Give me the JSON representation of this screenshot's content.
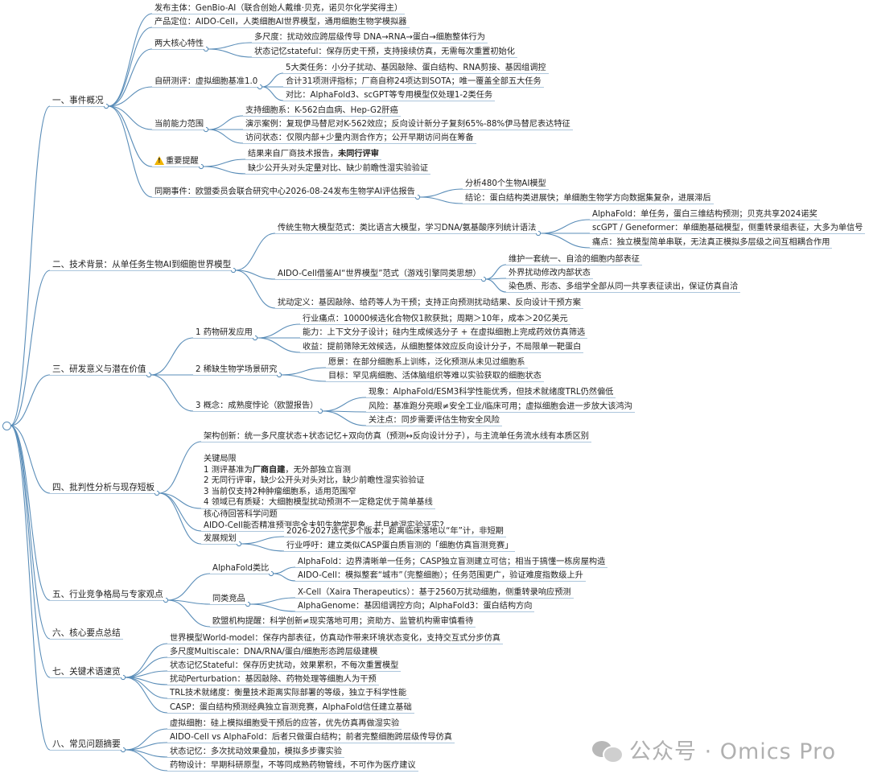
{
  "mindmap": {
    "colors": {
      "line": "#5a8db8",
      "warning": "#f0b400",
      "watermark": "#b0b0b0"
    },
    "sections": [
      {
        "label": "一、事件概况",
        "children": [
          {
            "label": "发布主体：GenBio-AI（联合创始人戴维·贝克，诺贝尔化学奖得主）"
          },
          {
            "label": "产品定位：AIDO-Cell，人类细胞AI世界模型，通用细胞生物学模拟器"
          },
          {
            "label": "两大核心特性",
            "children": [
              {
                "label": "多尺度：扰动效应跨层级传导 DNA→RNA→蛋白→细胞整体行为"
              },
              {
                "label": "状态记忆stateful：保存历史干预，支持接续仿真，无需每次重置初始化"
              }
            ]
          },
          {
            "label": "自研测评：虚拟细胞基准1.0",
            "children": [
              {
                "label": "5大类任务：小分子扰动、基因敲除、蛋白结构、RNA剪接、基因组调控"
              },
              {
                "label": "合计31项测评指标；厂商自称24项达到SOTA；唯一覆盖全部五大任务"
              },
              {
                "label": "对比：AlphaFold3、scGPT等专用模型仅处理1-2类任务"
              }
            ]
          },
          {
            "label": "当前能力范围",
            "children": [
              {
                "label": "支持细胞系：K-562白血病、Hep-G2肝癌"
              },
              {
                "label": "演示案例：复现伊马替尼对K-562效应；反向设计新分子复刻65%-88%伊马替尼表达特征"
              },
              {
                "label": "访问状态：仅限内部+少量内测合作方；公开早期访问尚在筹备"
              }
            ]
          },
          {
            "label": "重要提醒",
            "icon": "warning-icon",
            "children": [
              {
                "label": "结果来自厂商技术报告，",
                "bold": "未同行评审"
              },
              {
                "label": "缺少公开头对头定量对比、缺少前瞻性湿实验验证"
              }
            ]
          },
          {
            "label": "同期事件：欧盟委员会联合研究中心2026-08-24发布生物学AI评估报告",
            "children": [
              {
                "label": "分析480个生物AI模型"
              },
              {
                "label": "结论：蛋白结构类进展快；单细胞生物学方向数据集复杂，进展滞后"
              }
            ]
          }
        ]
      },
      {
        "label": "二、技术背景：从单任务生物AI到细胞世界模型",
        "children": [
          {
            "label": "传统生物大模型范式：类比语言大模型，学习DNA/氨基酸序列统计语法",
            "children": [
              {
                "label": "AlphaFold：单任务，蛋白三维结构预测；贝克共享2024诺奖"
              },
              {
                "label": "scGPT / Geneformer：单细胞基础模型，侧重转录组表征，大多为单信号"
              },
              {
                "label": "痛点：独立模型简单串联，无法真正模拟多层级之间互相耦合作用"
              }
            ]
          },
          {
            "label": "AIDO-Cell借鉴AI“世界模型”范式（游戏引擎同类思想）",
            "children": [
              {
                "label": "维护一套统一、自洽的细胞内部表征"
              },
              {
                "label": "外界扰动修改内部状态"
              },
              {
                "label": "染色质、形态、多组学全部从同一共享表征读出，保证仿真自洽"
              }
            ]
          },
          {
            "label": "扰动定义：基因敲除、给药等人为干预；支持正向预测扰动结果、反向设计干预方案"
          }
        ]
      },
      {
        "label": "三、研发意义与潜在价值",
        "children": [
          {
            "label": "1 药物研发应用",
            "children": [
              {
                "label": "行业痛点：10000候选化合物仅1款获批；周期＞10年，成本＞20亿美元"
              },
              {
                "label": "能力：上下文分子设计；硅内生成候选分子 + 在虚拟细胞上完成药效仿真筛选"
              },
              {
                "label": "收益：提前筛除无效候选，从细胞整体效应反向设计分子，不局限单一靶蛋白"
              }
            ]
          },
          {
            "label": "2 稀缺生物学场景研究",
            "children": [
              {
                "label": "愿景：在部分细胞系上训练，泛化预测从未见过细胞系"
              },
              {
                "label": "目标：罕见病细胞、活体脑组织等难以实验获取的细胞状态"
              }
            ]
          },
          {
            "label": "3 概念：成熟度悖论（欧盟报告）",
            "children": [
              {
                "label": "现象：AlphaFold/ESM3科学性能优秀，但技术就绪度TRL仍然偏低"
              },
              {
                "label": "风险：基准跑分亮眼≠安全工业/临床可用；虚拟细胞会进一步放大该鸿沟"
              },
              {
                "label": "关注点：同步需要评估生物安全风险"
              }
            ]
          }
        ]
      },
      {
        "label": "四、批判性分析与现存短板",
        "children": [
          {
            "label": "架构创新：统一多尺度状态+状态记忆+双向仿真（预测↔反向设计分子），与主流单任务流水线有本质区别"
          },
          {
            "label": "关键局限",
            "lines": [
              "1 测评基准为厂商自建，无外部独立盲测",
              "2 无同行评审，缺少公开头对头对比，缺少前瞻性湿实验验证",
              "3 当前仅支持2种肿瘤细胞系，适用范围窄",
              "4 领域已有质疑：大细胞模型扰动预测不一定稳定优于简单基线"
            ],
            "bold_phrase": "厂商自建"
          },
          {
            "label": "核心待回答科学问题",
            "lines": [
              "AIDO-Cell能否精准预测完全未知生物学现象，并且被湿实验证实?"
            ]
          },
          {
            "label": "发展规划",
            "children": [
              {
                "label": "2026-2027迭代多个版本；距离临床落地以“年”计，非短期"
              },
              {
                "label": "行业呼吁：建立类似CASP蛋白质盲测的「细胞仿真盲测竞赛」"
              }
            ]
          }
        ]
      },
      {
        "label": "五、行业竞争格局与专家观点",
        "children": [
          {
            "label": "AlphaFold类比",
            "children": [
              {
                "label": "AlphaFold：边界清晰单一任务；CASP独立盲测建立可信；相当于搞懂一栋房屋构造"
              },
              {
                "label": "AIDO-Cell：模拟整套“城市”（完整细胞）；任务范围更广，验证难度指数级上升"
              }
            ]
          },
          {
            "label": "同类竞品",
            "children": [
              {
                "label": "X-Cell（Xaira Therapeutics）：基于2560万扰动细胞，侧重转录响应预测"
              },
              {
                "label": "AlphaGenome：基因组调控方向；AlphaFold3：蛋白结构方向"
              }
            ]
          },
          {
            "label": "欧盟机构提醒：科学创新≠现实落地可用；资助方、监管机构需审慎看待"
          }
        ]
      },
      {
        "label": "六、核心要点总结",
        "children": []
      },
      {
        "label": "七、关键术语速览",
        "children": [
          {
            "label": "世界模型World-model：保存内部表征，仿真动作带来环境状态变化，支持交互式分步仿真"
          },
          {
            "label": "多尺度Multiscale：DNA/RNA/蛋白/细胞形态跨层级建模"
          },
          {
            "label": "状态记忆Stateful：保存历史扰动，效果累积，不每次重置模型"
          },
          {
            "label": "扰动Perturbation：基因敲除、药物处理等细胞人为干预"
          },
          {
            "label": "TRL技术就绪度：衡量技术距离实际部署的等级，独立于科学性能"
          },
          {
            "label": "CASP：蛋白结构预测经典独立盲测竞赛，AlphaFold信任建立基础"
          }
        ]
      },
      {
        "label": "八、常见问题摘要",
        "children": [
          {
            "label": "虚拟细胞：硅上模拟细胞受干预后的应答，优先仿真再做湿实验"
          },
          {
            "label": "AIDO-Cell vs AlphaFold：后者只做蛋白结构；前者完整细胞跨层级传导仿真"
          },
          {
            "label": "状态记忆：多次扰动效果叠加，模拟多步骤实验"
          },
          {
            "label": "药物设计：早期科研原型，不等同成熟药物管线，不可作为医疗建议"
          }
        ]
      }
    ]
  },
  "watermark": {
    "text": "公众号 · Omics Pro",
    "icon": "wechat-icon"
  }
}
